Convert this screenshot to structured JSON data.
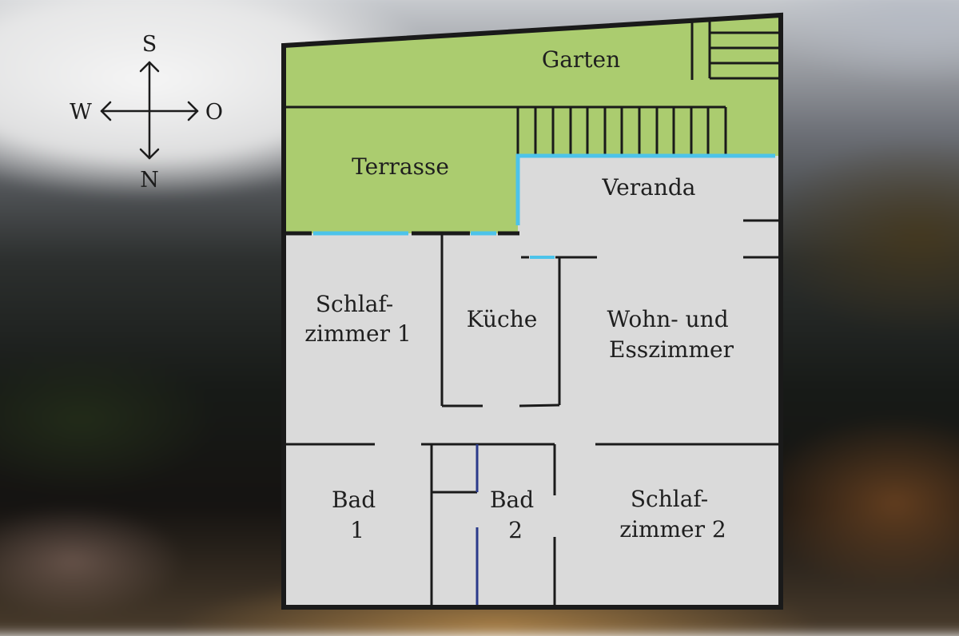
{
  "compass": {
    "north": "N",
    "south": "S",
    "west": "W",
    "east": "O"
  },
  "rooms": {
    "garten": {
      "lines": [
        "Garten"
      ]
    },
    "terrasse": {
      "lines": [
        "Terrasse"
      ]
    },
    "veranda": {
      "lines": [
        "Veranda"
      ]
    },
    "schlafzimmer1": {
      "lines": [
        "Schlaf-",
        "zimmer 1"
      ]
    },
    "kueche": {
      "lines": [
        "Küche"
      ]
    },
    "wohnzimmer": {
      "lines": [
        "Wohn- und",
        "Esszimmer"
      ]
    },
    "bad1": {
      "lines": [
        "Bad",
        "1"
      ]
    },
    "bad2": {
      "lines": [
        "Bad",
        "2"
      ]
    },
    "schlafzimmer2": {
      "lines": [
        "Schlaf-",
        "zimmer 2"
      ]
    }
  },
  "colors": {
    "outdoor": "#abcc6f",
    "indoor": "#dadada",
    "wall": "#1a1a1a",
    "window": "#4cc3ea",
    "door_line": "#2a3a8a"
  }
}
